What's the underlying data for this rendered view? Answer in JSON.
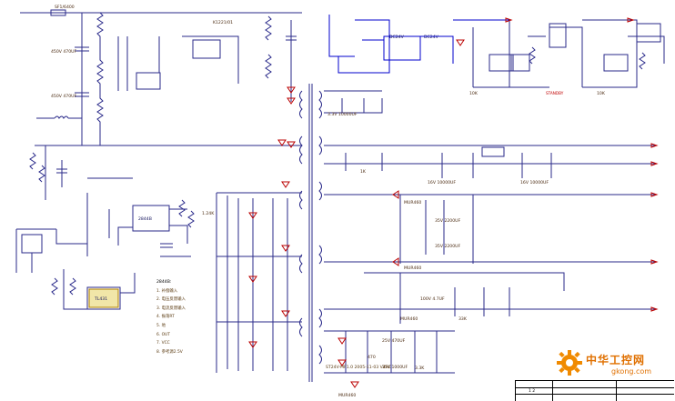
{
  "labels": {
    "fuse": "SF1/6400",
    "relay": "K1221/01",
    "relay_coil_1": "DC24V",
    "relay_coil_2": "DC24V",
    "standby": "STANDBY",
    "ic_2844": "2844B",
    "ic_tl431": "TL431",
    "mur_1": "MUR460",
    "mur_2": "MUR460",
    "mur_3": "MUR460",
    "mur_4": "MUR460",
    "cap_bulk_1": "450V 470UF",
    "cap_bulk_2": "450V 470UF",
    "rail_3": "3.3V 10000UF",
    "rail_1": "16V 10000UF",
    "rail_2": "16V 10000UF",
    "cap_a": "35V 2200UF",
    "cap_b": "35V 2200UF",
    "cap_c": "100V 4.7UF",
    "cap_d": "25V 470UF",
    "cap_e": "35V 1000UF",
    "res_10k": "10K",
    "res_10k_2": "10K",
    "res_3k3": "3.3K",
    "res_1k": "1K",
    "res_1k24": "1.24K",
    "res_470": "470",
    "res_33k": "33K"
  },
  "legend": {
    "title": "2844B:",
    "items": [
      "1.  补偿输入",
      "2.  电压反馈输入",
      "3.  电流反馈输入",
      "4.  振荡RT",
      "5.  地",
      "6.  OUT",
      "7.  VCC",
      "8.  参考源2.5V"
    ]
  },
  "footer": {
    "doc_id": "ST24V-MF1.0 2005-11-03 V4RC"
  },
  "title_block": {
    "sheet": "1 2"
  },
  "watermark": {
    "cn_name": "中华工控网",
    "url": "gkong.com"
  }
}
